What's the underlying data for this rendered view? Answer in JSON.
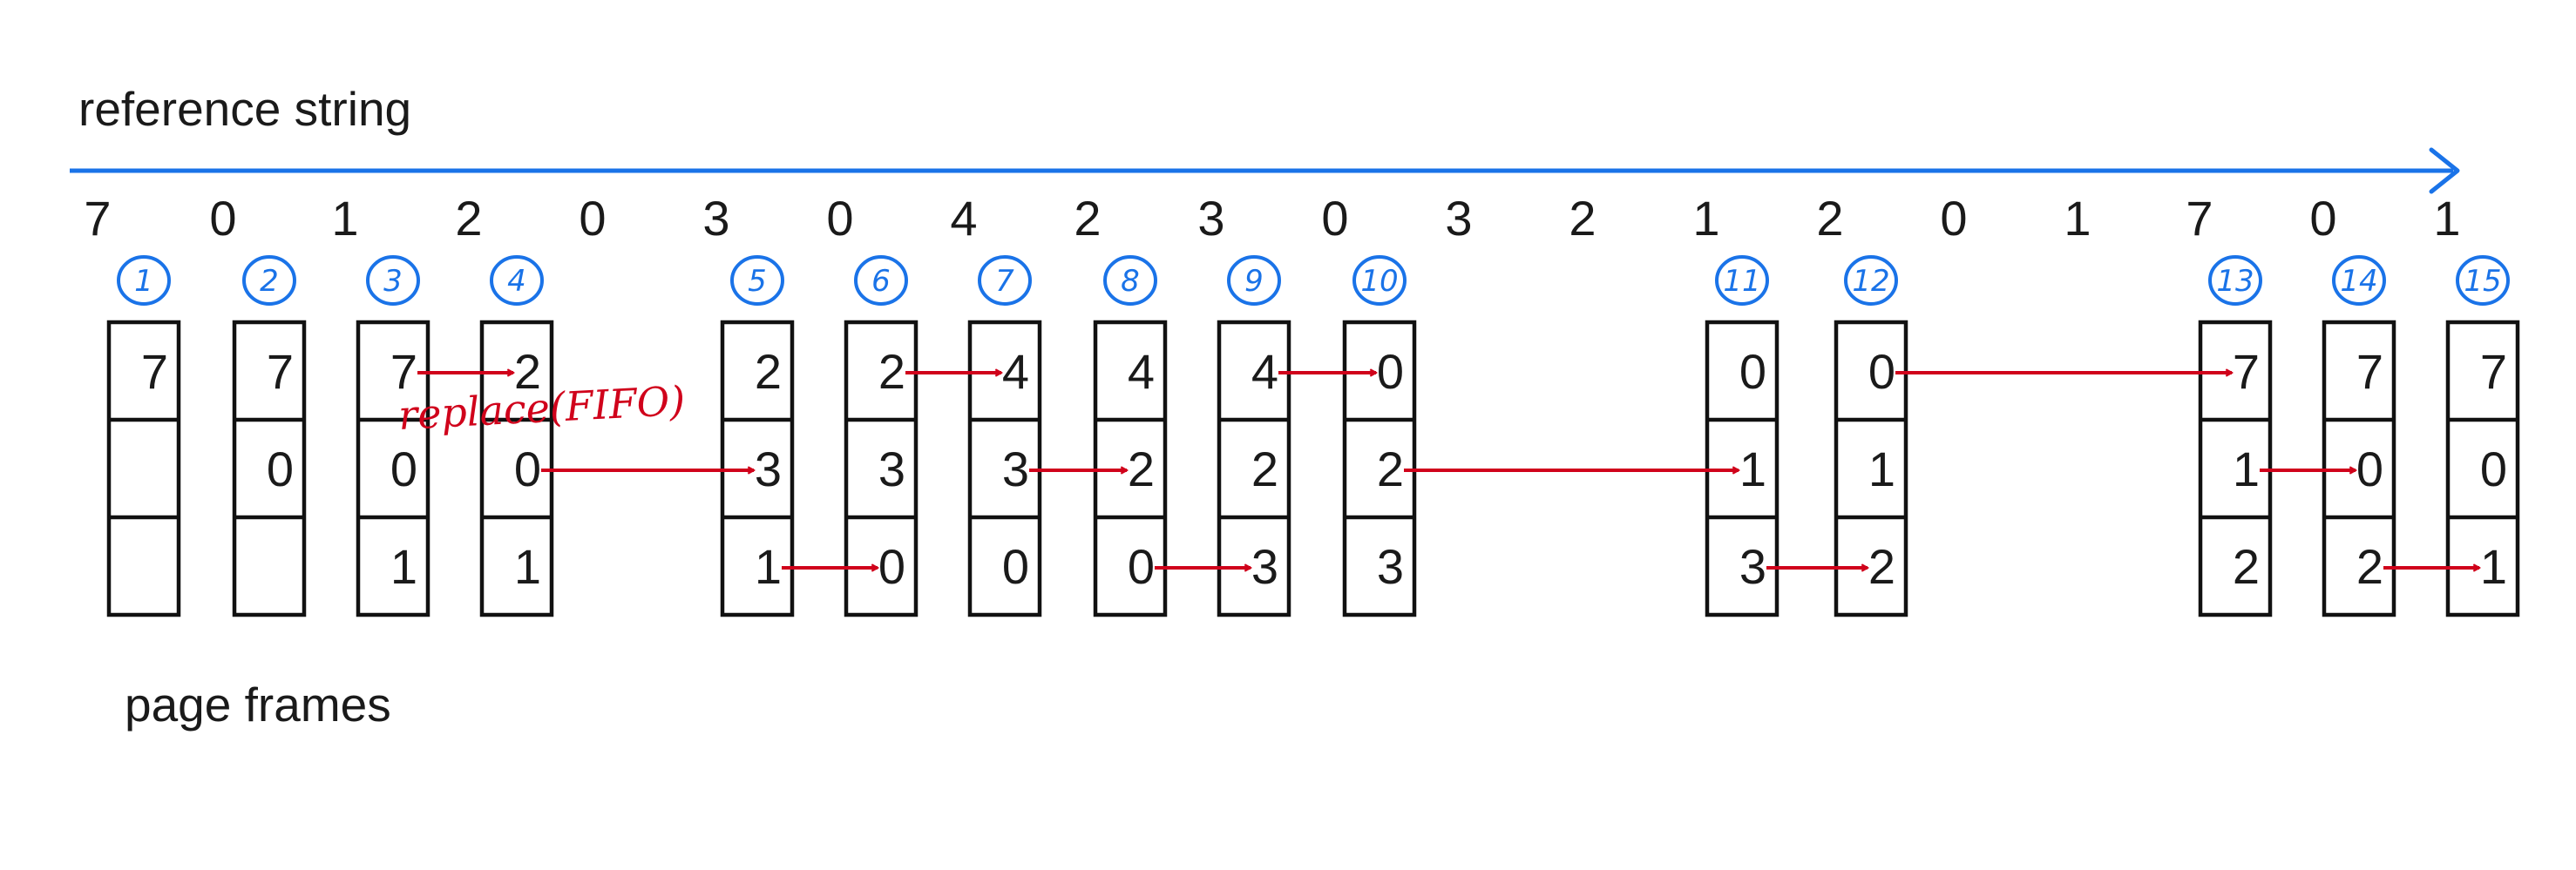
{
  "title": "reference string",
  "frames_label": "page frames",
  "note": "replace(FIFO)",
  "colors": {
    "timeline": "#1a73e8",
    "badge": "#1a73e8",
    "arrow": "#d0021b",
    "ink": "#1a1a1a"
  },
  "reference_string": [
    "7",
    "0",
    "1",
    "2",
    "0",
    "3",
    "0",
    "4",
    "2",
    "3",
    "0",
    "3",
    "2",
    "1",
    "2",
    "0",
    "1",
    "7",
    "0",
    "1"
  ],
  "snapshots": [
    {
      "badge": "1",
      "ref_index": 0,
      "frames": [
        "7",
        "",
        ""
      ]
    },
    {
      "badge": "2",
      "ref_index": 1,
      "frames": [
        "7",
        "0",
        ""
      ]
    },
    {
      "badge": "3",
      "ref_index": 2,
      "frames": [
        "7",
        "0",
        "1"
      ]
    },
    {
      "badge": "4",
      "ref_index": 3,
      "frames": [
        "2",
        "0",
        "1"
      ]
    },
    {
      "badge": "5",
      "ref_index": 5,
      "frames": [
        "2",
        "3",
        "1"
      ]
    },
    {
      "badge": "6",
      "ref_index": 6,
      "frames": [
        "2",
        "3",
        "0"
      ]
    },
    {
      "badge": "7",
      "ref_index": 7,
      "frames": [
        "4",
        "3",
        "0"
      ]
    },
    {
      "badge": "8",
      "ref_index": 8,
      "frames": [
        "4",
        "2",
        "0"
      ]
    },
    {
      "badge": "9",
      "ref_index": 9,
      "frames": [
        "4",
        "2",
        "3"
      ]
    },
    {
      "badge": "10",
      "ref_index": 10,
      "frames": [
        "0",
        "2",
        "3"
      ]
    },
    {
      "badge": "11",
      "ref_index": 13,
      "frames": [
        "0",
        "1",
        "3"
      ]
    },
    {
      "badge": "12",
      "ref_index": 14,
      "frames": [
        "0",
        "1",
        "2"
      ]
    },
    {
      "badge": "13",
      "ref_index": 17,
      "frames": [
        "7",
        "1",
        "2"
      ]
    },
    {
      "badge": "14",
      "ref_index": 18,
      "frames": [
        "7",
        "0",
        "2"
      ]
    },
    {
      "badge": "15",
      "ref_index": 19,
      "frames": [
        "7",
        "0",
        "1"
      ]
    }
  ],
  "replacements": [
    {
      "from_snapshot": 2,
      "to_snapshot": 3,
      "slot": 0
    },
    {
      "from_snapshot": 3,
      "to_snapshot": 4,
      "slot": 1
    },
    {
      "from_snapshot": 4,
      "to_snapshot": 5,
      "slot": 2
    },
    {
      "from_snapshot": 5,
      "to_snapshot": 6,
      "slot": 0
    },
    {
      "from_snapshot": 6,
      "to_snapshot": 7,
      "slot": 1
    },
    {
      "from_snapshot": 7,
      "to_snapshot": 8,
      "slot": 2
    },
    {
      "from_snapshot": 8,
      "to_snapshot": 9,
      "slot": 0
    },
    {
      "from_snapshot": 9,
      "to_snapshot": 10,
      "slot": 1
    },
    {
      "from_snapshot": 10,
      "to_snapshot": 11,
      "slot": 2
    },
    {
      "from_snapshot": 11,
      "to_snapshot": 12,
      "slot": 0
    },
    {
      "from_snapshot": 12,
      "to_snapshot": 13,
      "slot": 1
    },
    {
      "from_snapshot": 13,
      "to_snapshot": 14,
      "slot": 2
    }
  ]
}
